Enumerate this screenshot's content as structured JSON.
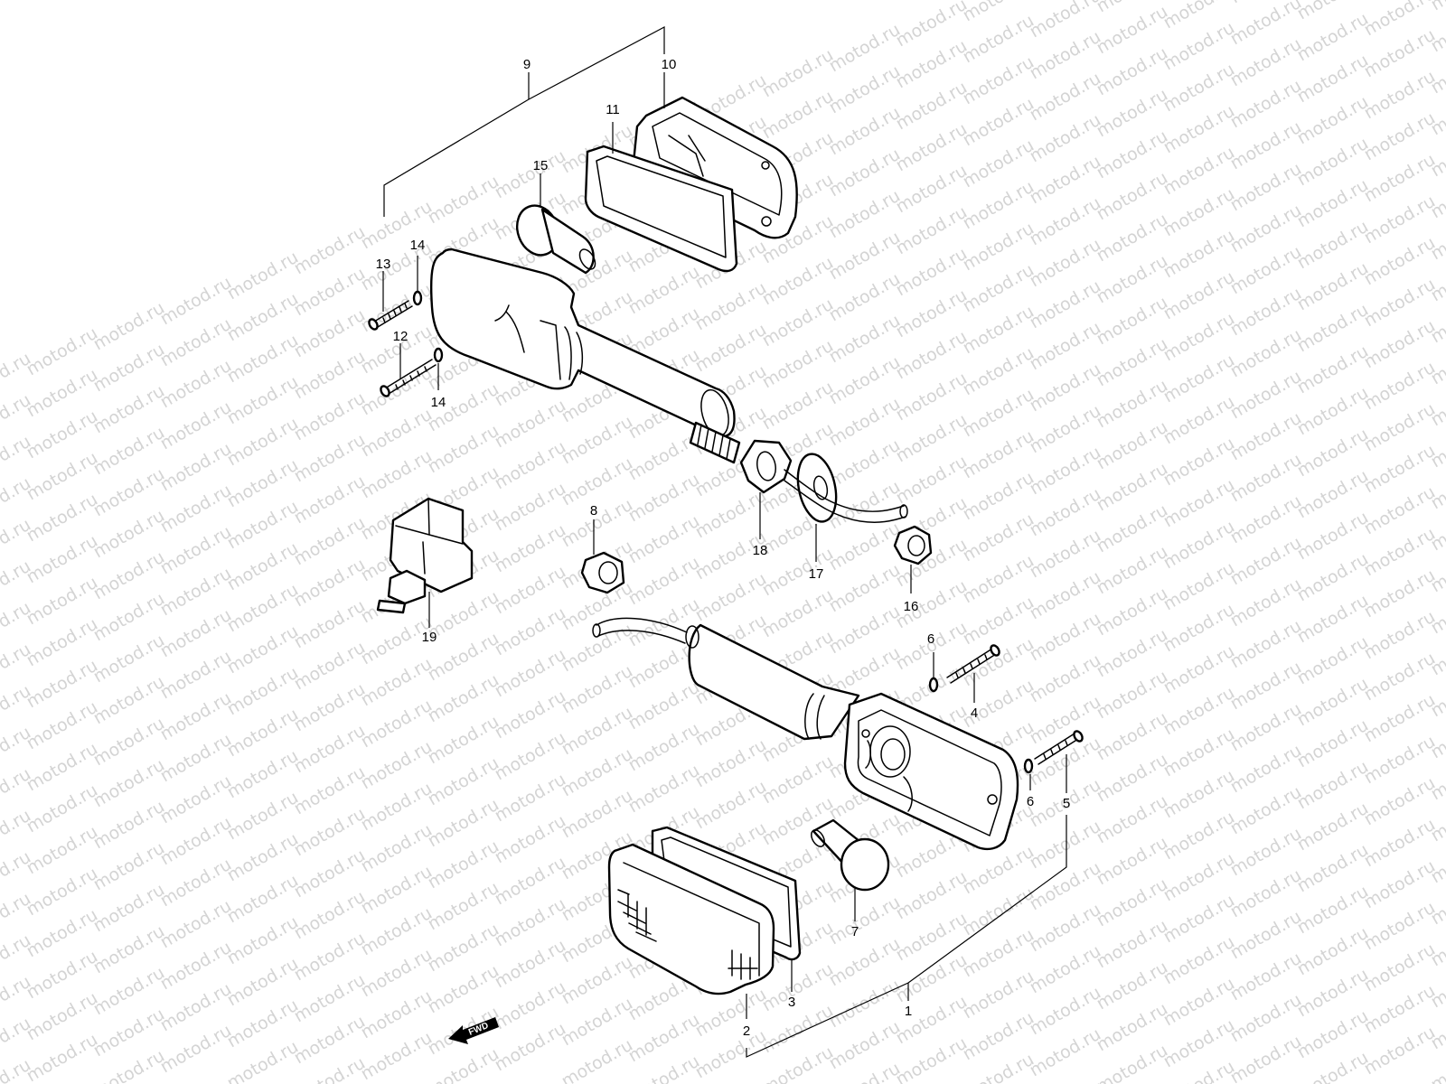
{
  "watermark": "motod.ru",
  "fwd_label": "FWD",
  "callouts": {
    "c1": "1",
    "c2": "2",
    "c3": "3",
    "c4": "4",
    "c5": "5",
    "c6a": "6",
    "c6b": "6",
    "c7": "7",
    "c8": "8",
    "c9": "9",
    "c10": "10",
    "c11": "11",
    "c12": "12",
    "c13": "13",
    "c14a": "14",
    "c14b": "14",
    "c15": "15",
    "c16": "16",
    "c17": "17",
    "c18": "18",
    "c19": "19"
  }
}
